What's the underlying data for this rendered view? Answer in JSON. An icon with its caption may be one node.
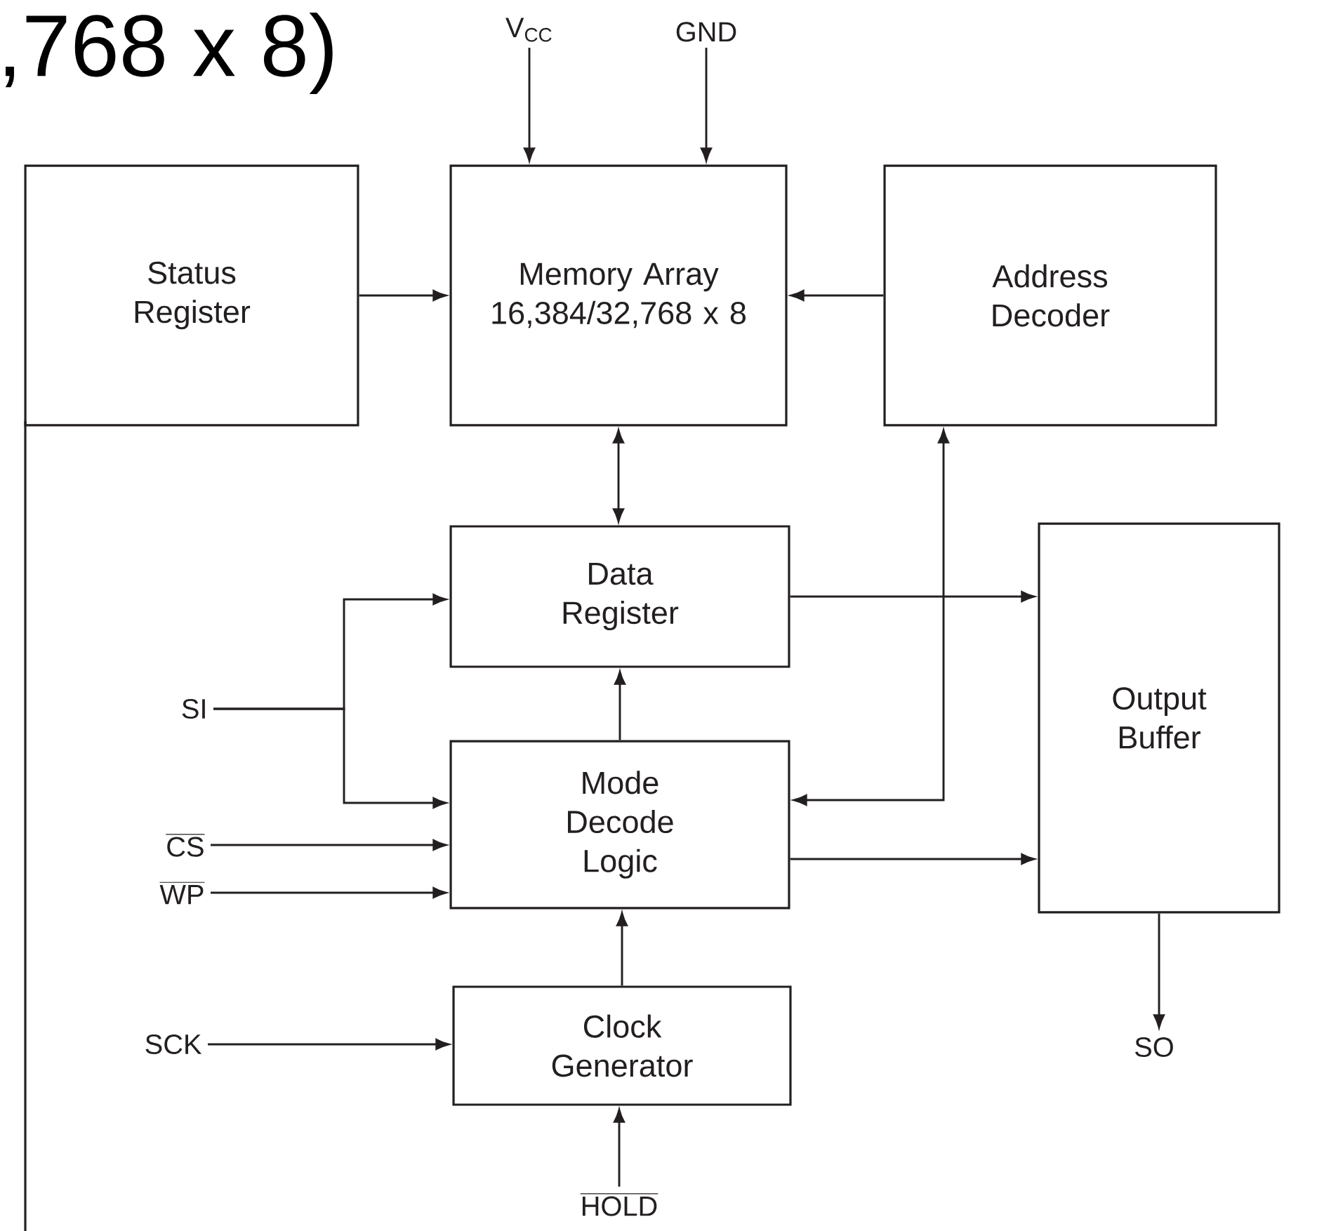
{
  "diagram": {
    "title": ",768 x 8)",
    "nodes": [
      {
        "text": [
          "Status Register"
        ]
      },
      {
        "text": [
          "Memory Array 16,384/32,768 x 8"
        ]
      },
      {
        "text": [
          "Address Decoder"
        ]
      },
      {
        "text": [
          "Data Register"
        ]
      },
      {
        "text": [
          "Output Buffer"
        ]
      },
      {
        "text": [
          "Mode Decode Logic"
        ]
      },
      {
        "text": [
          "Clock Generator"
        ]
      },
      {
        "text": [
          "V$_{CC}$"
        ]
      },
      {
        "text": [
          "GND"
        ]
      },
      {
        "text": [
          "SI"
        ]
      },
      {
        "text": [
          "CS"
        ]
      },
      {
        "text": [
          "WP"
        ]
      },
      {
        "text": [
          "SCK"
        ]
      },
      {
        "text": [
          "HOLD"
        ]
      },
      {
        "text": [
          "SO"
        ]
      }
    ],
    "edges": [
      {
        "from": 7,
        "to": 1,
        "arrow": "to"
      },
      {
        "from": 8,
        "to": 1,
        "arrow": "to"
      },
      {
        "from": 0,
        "to": 1,
        "arrow": "to"
      },
      {
        "from": 2,
        "to": 1,
        "arrow": "to"
      },
      {
        "from": 1,
        "to": 3,
        "arrow": "both"
      },
      {
        "from": 9,
        "to": 3,
        "arrow": "to"
      },
      {
        "from": 9,
        "to": 5,
        "arrow": "to"
      },
      {
        "from": 10,
        "to": 5,
        "arrow": "to"
      },
      {
        "from": 11,
        "to": 5,
        "arrow": "to"
      },
      {
        "from": 3,
        "to": 4,
        "arrow": "to"
      },
      {
        "from": 5,
        "to": 3,
        "arrow": "to"
      },
      {
        "from": 5,
        "to": 2,
        "arrow": "both"
      },
      {
        "from": 5,
        "to": 4,
        "arrow": "to"
      },
      {
        "from": 6,
        "to": 5,
        "arrow": "to"
      },
      {
        "from": 12,
        "to": 6,
        "arrow": "to"
      },
      {
        "from": 13,
        "to": 6,
        "arrow": "to"
      },
      {
        "from": 4,
        "to": 14,
        "arrow": "to"
      }
    ]
  }
}
